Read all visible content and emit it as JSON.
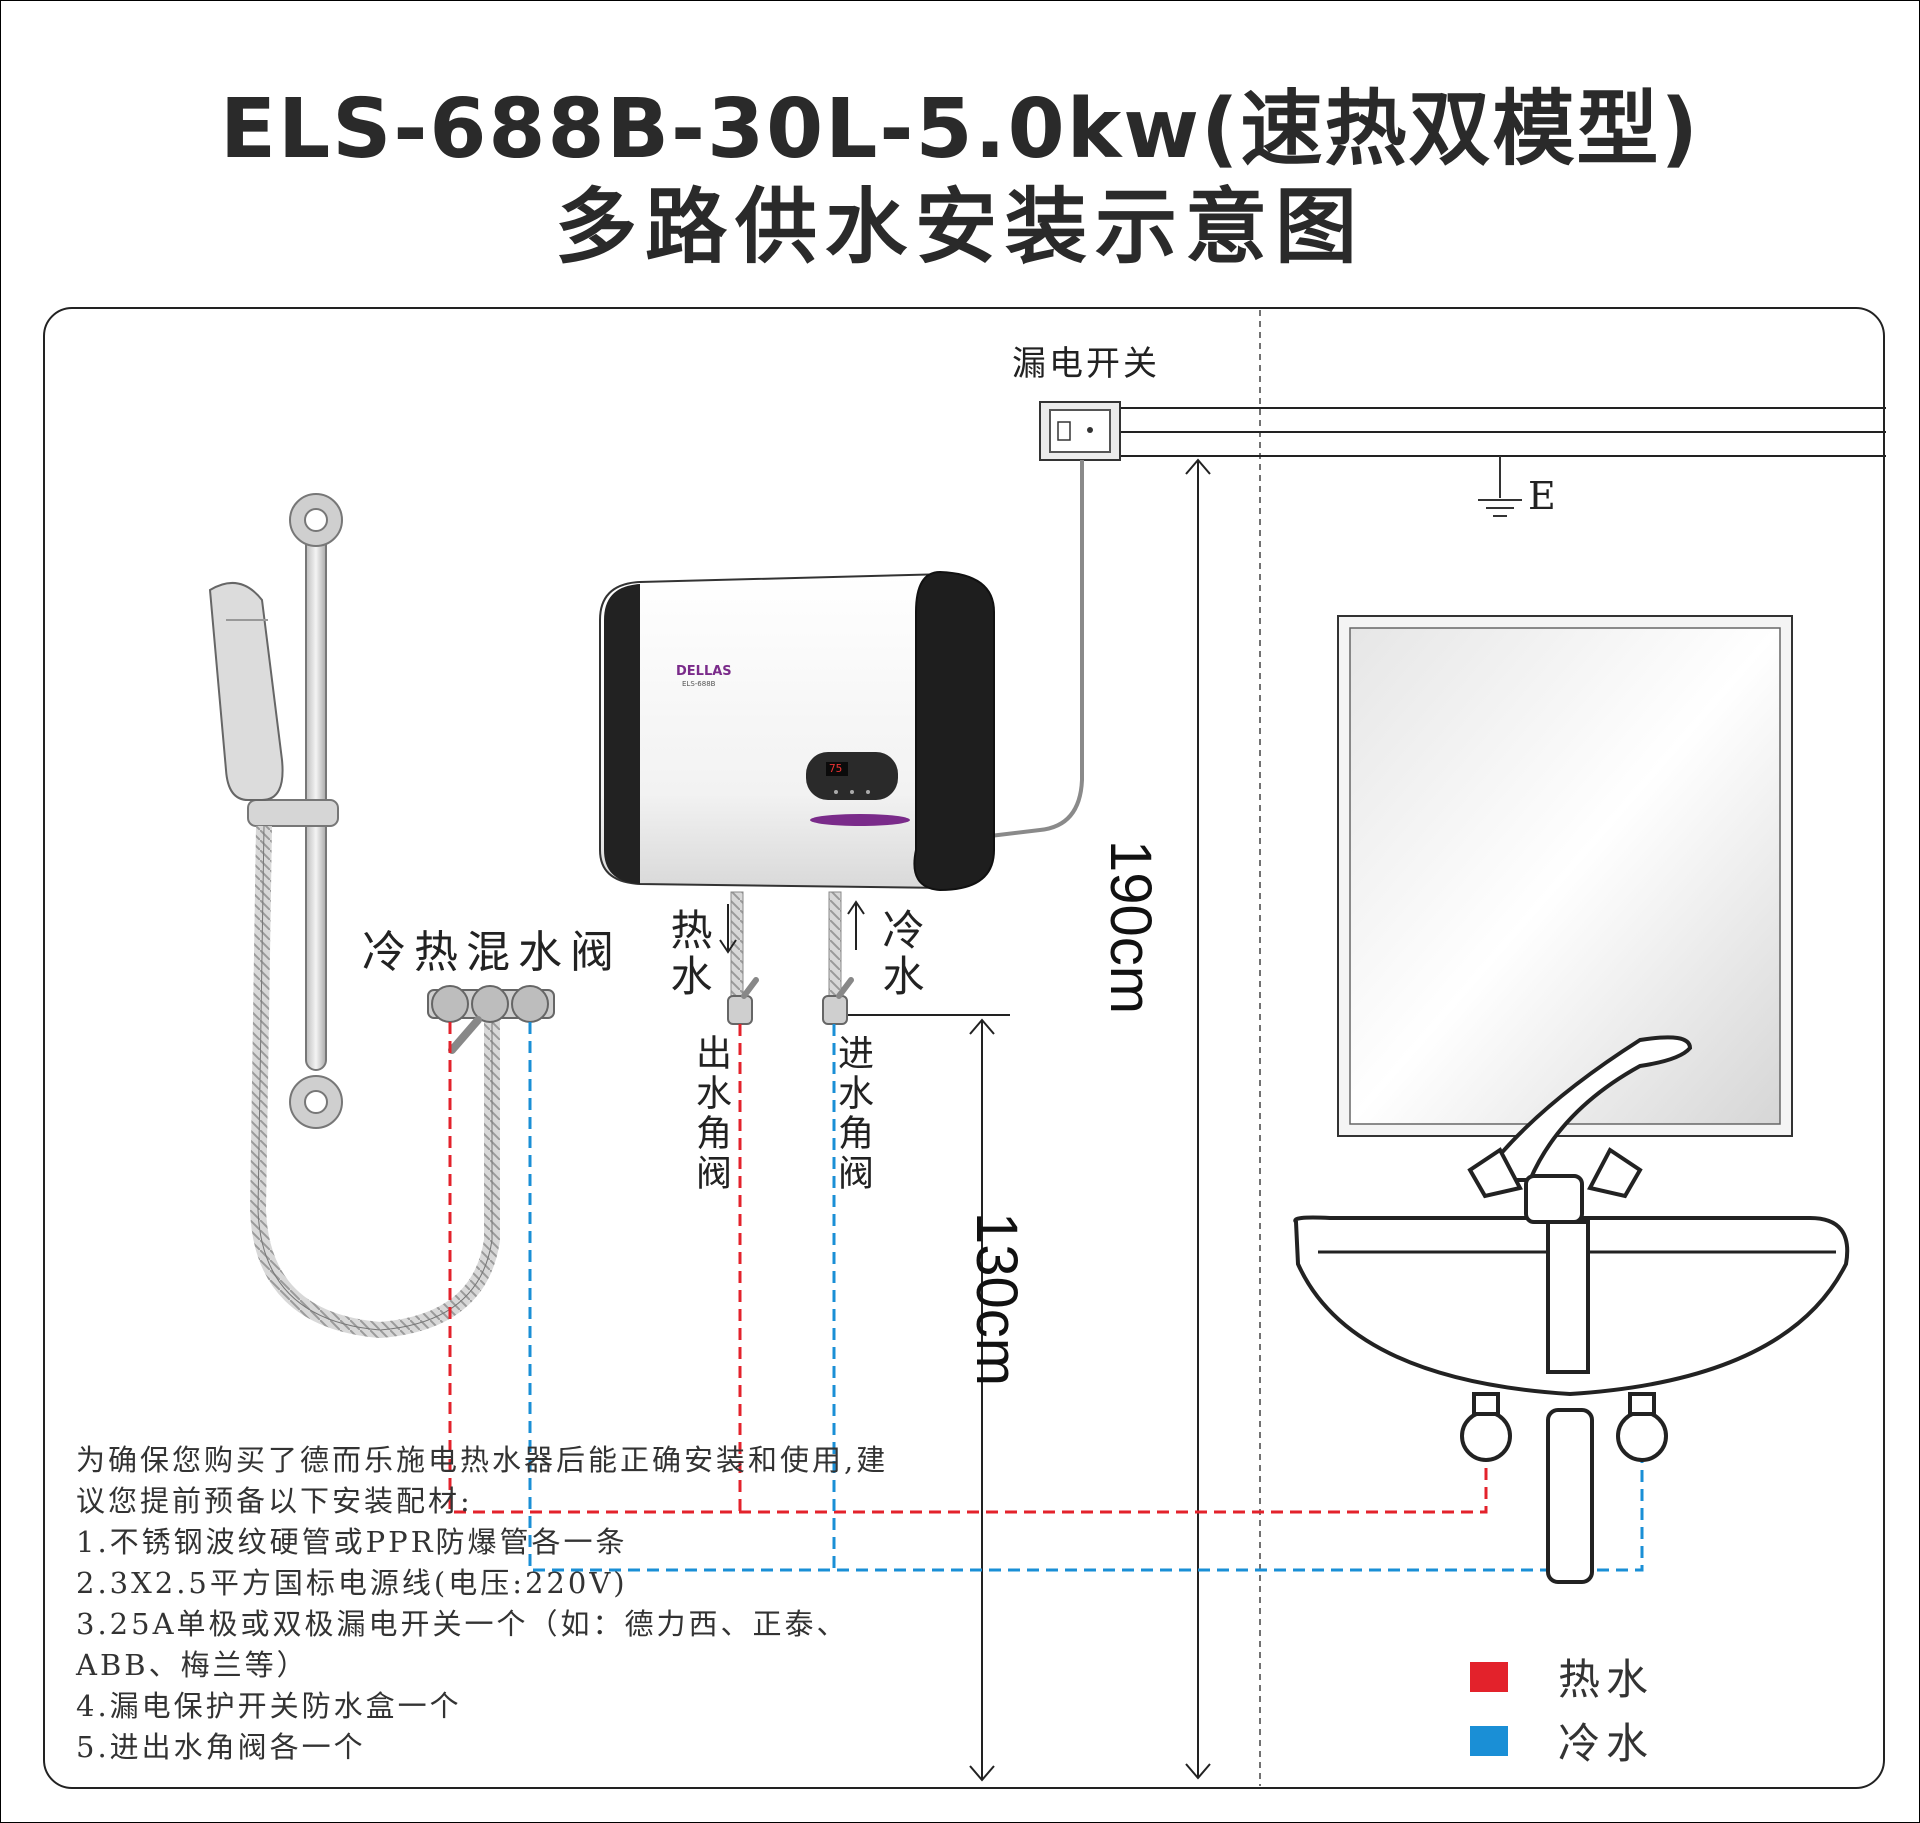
{
  "title": {
    "line1": "ELS-688B-30L-5.0kw(速热双模型)",
    "line2": "多路供水安装示意图"
  },
  "labels": {
    "leakage_switch": "漏电开关",
    "earth": "E",
    "mixer_valve": "冷热混水阀",
    "hot_water_out": "热水",
    "cold_water_in": "冷水",
    "outlet_angle_valve": "出水角阀",
    "inlet_angle_valve": "进水角阀",
    "height_190": "190cm",
    "height_130": "130cm",
    "brand": "DELLAS",
    "model": "ELS-688B",
    "display": "75"
  },
  "notes": [
    "为确保您购买了德而乐施电热水器后能正确安装和使用,建",
    "议您提前预备以下安装配材:",
    "1.不锈钢波纹硬管或PPR防爆管各一条",
    "2.3X2.5平方国标电源线(电压:220V)",
    "3.25A单极或双极漏电开关一个（如：德力西、正泰、",
    "  ABB、梅兰等）",
    "4.漏电保护开关防水盒一个",
    "5.进出水角阀各一个"
  ],
  "legend": [
    {
      "label": "热水",
      "color": "#e3222b"
    },
    {
      "label": "冷水",
      "color": "#1a8fd6"
    }
  ],
  "colors": {
    "hot": "#e3222b",
    "cold": "#1a8fd6",
    "heater_cap": "#1e1e1e"
  }
}
